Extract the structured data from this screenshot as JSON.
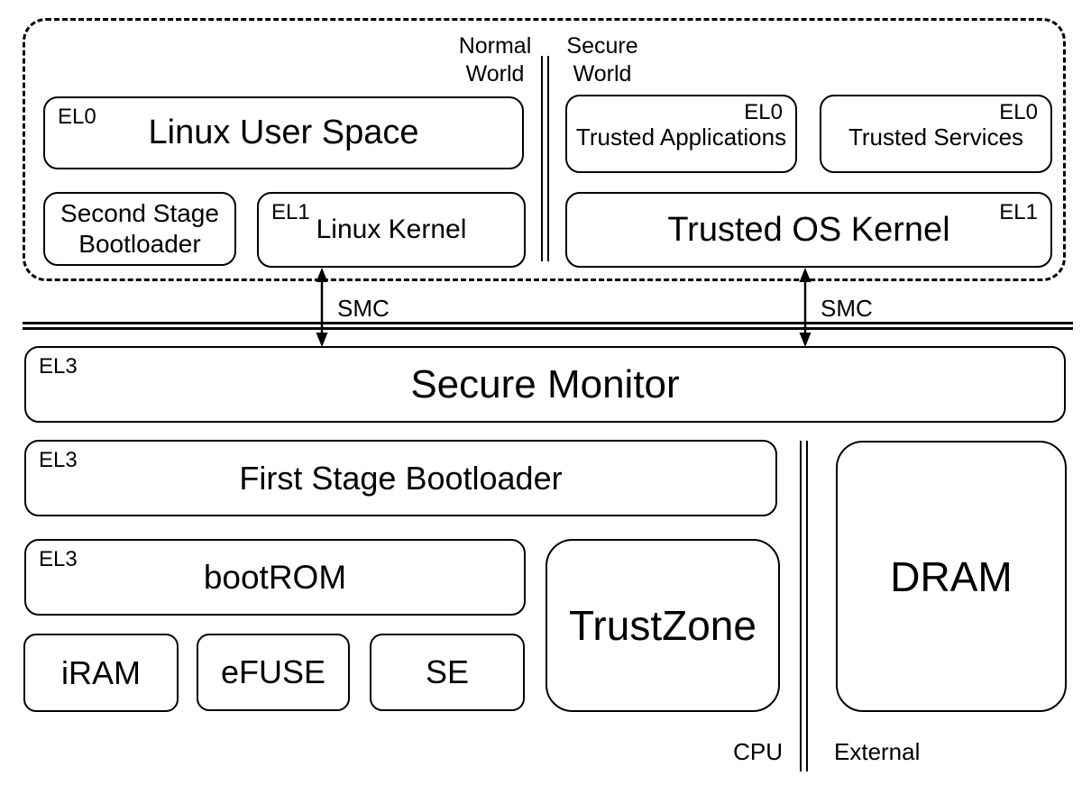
{
  "worlds": {
    "normal": {
      "line1": "Normal",
      "line2": "World"
    },
    "secure": {
      "line1": "Secure",
      "line2": "World"
    }
  },
  "boxes": {
    "linux_user_space": {
      "el": "EL0",
      "label": "Linux User Space"
    },
    "second_stage_bootloader": {
      "line1": "Second Stage",
      "line2": "Bootloader"
    },
    "linux_kernel": {
      "el": "EL1",
      "label": "Linux Kernel"
    },
    "trusted_applications": {
      "el": "EL0",
      "label": "Trusted Applications"
    },
    "trusted_services": {
      "el": "EL0",
      "label": "Trusted Services"
    },
    "trusted_os_kernel": {
      "el": "EL1",
      "label": "Trusted OS Kernel"
    },
    "secure_monitor": {
      "el": "EL3",
      "label": "Secure Monitor"
    },
    "first_stage_bootloader": {
      "el": "EL3",
      "label": "First Stage Bootloader"
    },
    "bootrom": {
      "el": "EL3",
      "label": "bootROM"
    },
    "iram": {
      "label": "iRAM"
    },
    "efuse": {
      "label": "eFUSE"
    },
    "se": {
      "label": "SE"
    },
    "trustzone": {
      "label": "TrustZone"
    },
    "dram": {
      "label": "DRAM"
    }
  },
  "connections": {
    "smc_left": "SMC",
    "smc_right": "SMC"
  },
  "zone_labels": {
    "cpu": "CPU",
    "external": "External"
  },
  "colors": {
    "stroke": "#000000",
    "background": "#ffffff",
    "text": "#000000"
  }
}
